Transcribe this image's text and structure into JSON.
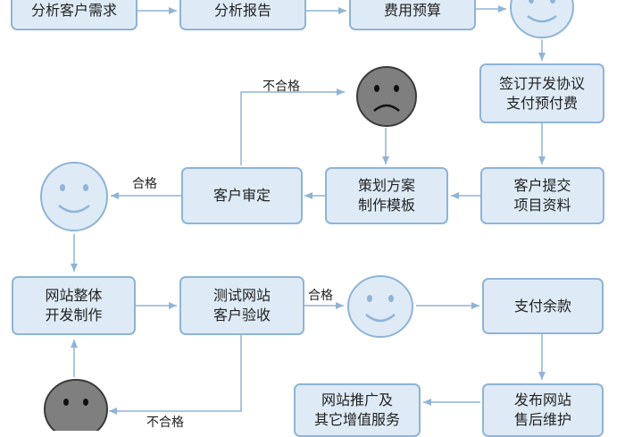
{
  "colors": {
    "box_fill": "#deebf6",
    "box_border": "#8fb4d6",
    "happy_face_fill": "#deebf6",
    "happy_face_stroke": "#8fb4d6",
    "sad_face_fill": "#7f7f7f",
    "sad_face_stroke": "#3a3a3a",
    "arrow": "#8fb4d6"
  },
  "steps": {
    "analyze_needs": "分析客户需求",
    "analysis_report": "分析报告",
    "cost_budget": "费用预算",
    "sign_agreement": [
      "签订开发协议",
      "支付预付费"
    ],
    "submit_materials": [
      "客户提交",
      "项目资料"
    ],
    "plan_template": [
      "策划方案",
      "制作模板"
    ],
    "customer_review": "客户审定",
    "site_development": [
      "网站整体",
      "开发制作"
    ],
    "test_acceptance": [
      "测试网站",
      "客户验收"
    ],
    "pay_balance": "支付余款",
    "release_maintenance": [
      "发布网站",
      "售后维护"
    ],
    "promotion_services": [
      "网站推广及",
      "其它增值服务"
    ]
  },
  "labels": {
    "fail": "不合格",
    "pass": "合格"
  },
  "icons": [
    "happy-face-icon",
    "sad-face-icon"
  ]
}
